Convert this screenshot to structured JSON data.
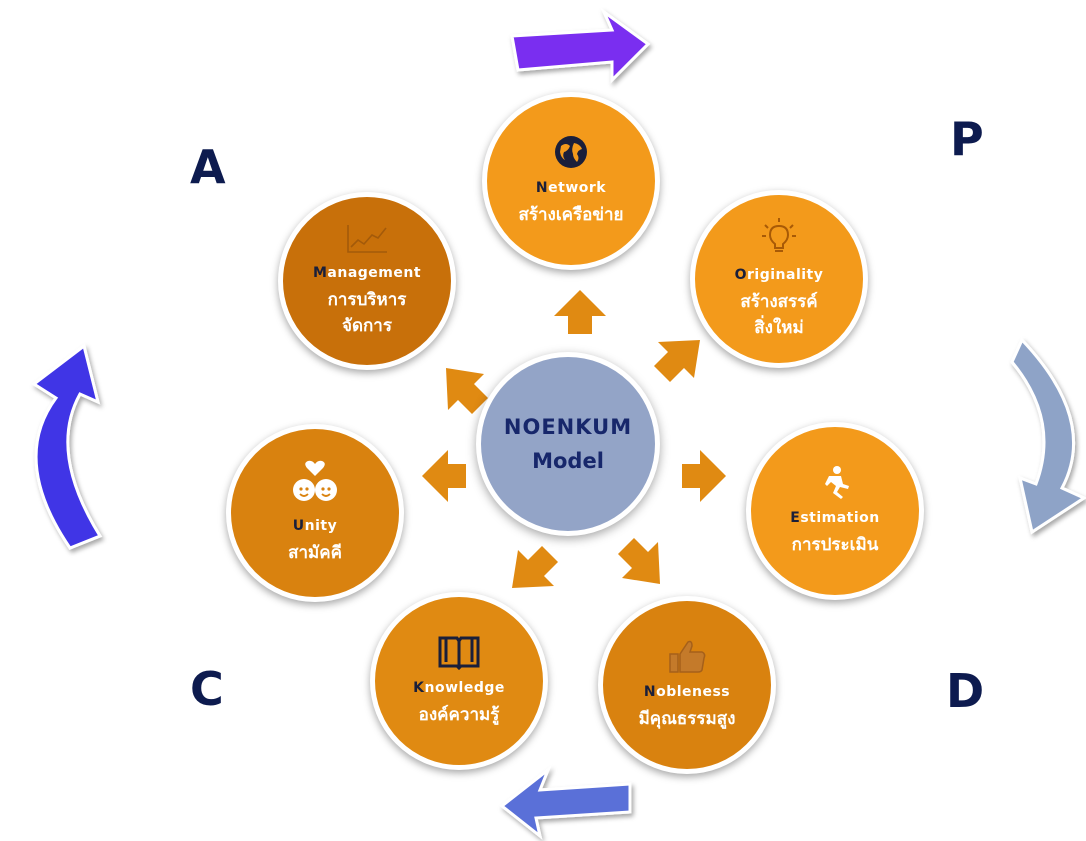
{
  "corners": {
    "a": "A",
    "p": "P",
    "c": "C",
    "d": "D"
  },
  "center": {
    "line1": "NOENKUM",
    "line2": "Model"
  },
  "nodes": {
    "network": {
      "first": "N",
      "rest": "etwork",
      "thai": "สร้างเครือข่าย",
      "icon": "globe-icon"
    },
    "originality": {
      "first": "O",
      "rest": "riginality",
      "thai": "สร้างสรรค์\nสิ่งใหม่",
      "icon": "lightbulb-icon"
    },
    "estimation": {
      "first": "E",
      "rest": "stimation",
      "thai": "การประเมิน",
      "icon": "runner-icon"
    },
    "nobleness": {
      "first": "N",
      "rest": "obleness",
      "thai": "มีคุณธรรมสูง",
      "icon": "thumbs-up-icon"
    },
    "knowledge": {
      "first": "K",
      "rest": "nowledge",
      "thai": "องค์ความรู้",
      "icon": "book-icon"
    },
    "unity": {
      "first": "U",
      "rest": "nity",
      "thai": "สามัคคี",
      "icon": "people-heart-icon"
    },
    "management": {
      "first": "M",
      "rest": "anagement",
      "thai": "การบริหาร\nจัดการ",
      "icon": "line-chart-icon"
    }
  },
  "colors": {
    "orange": "#f39a1b",
    "dark_orange": "#d9820f",
    "deep_orange": "#c8700a",
    "center_fill": "#93a4c7",
    "text_navy": "#17276b",
    "corner_navy": "#0d1b4f",
    "arrow_purple": "#7a2ef0",
    "arrow_blue": "#3f34e6",
    "arrow_steel": "#8ea3c7",
    "arrow_periwinkle": "#5a6fd8",
    "small_arrow": "#e08a12"
  }
}
